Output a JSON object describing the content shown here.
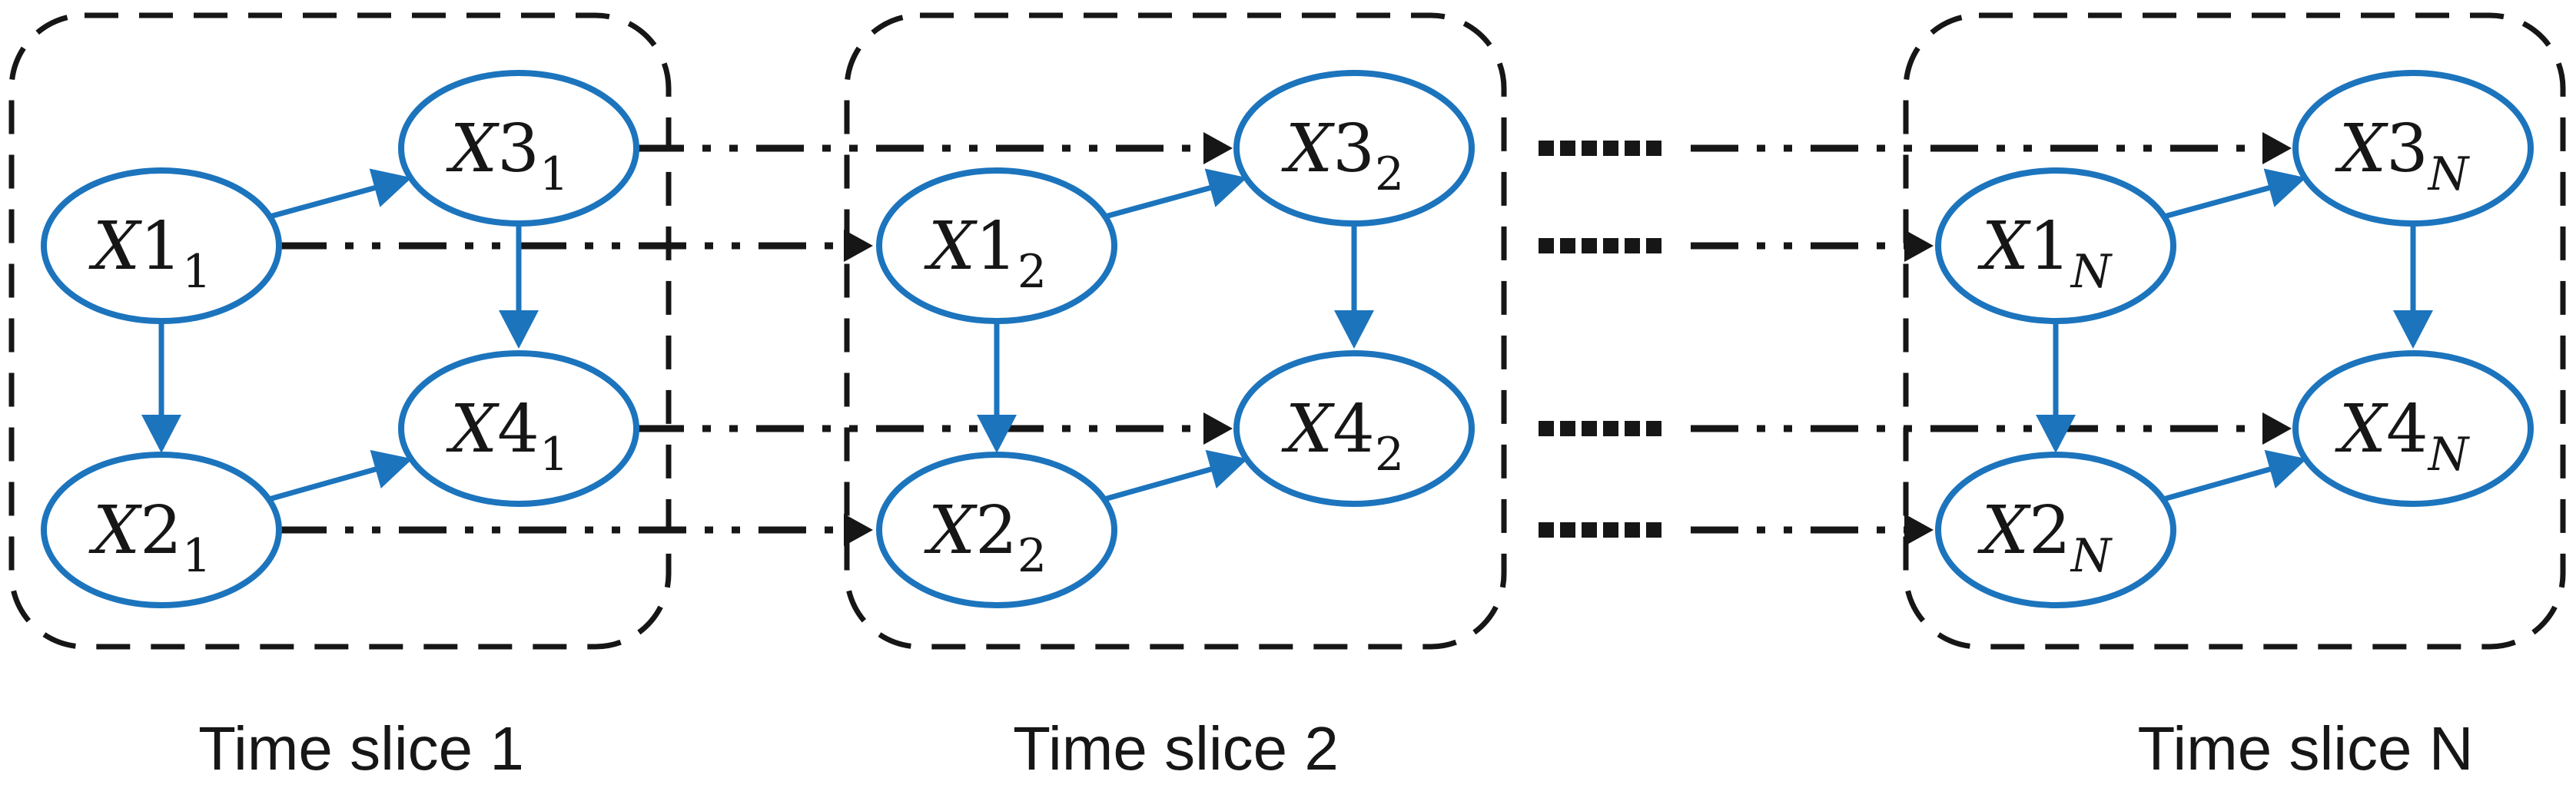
{
  "diagram": {
    "type": "dynamic-bayesian-network-time-slices",
    "background": "#ffffff",
    "colors": {
      "node_stroke": "#1c74bd",
      "node_fill": "#ffffff",
      "intra_slice_edge": "#1c74bd",
      "inter_slice_edge": "#161616",
      "slice_border": "#161616",
      "text": "#161616"
    },
    "slices": [
      {
        "label": "Time slice 1",
        "nodes": {
          "x1": {
            "var": "X",
            "num": "1",
            "sub": "1"
          },
          "x2": {
            "var": "X",
            "num": "2",
            "sub": "1"
          },
          "x3": {
            "var": "X",
            "num": "3",
            "sub": "1"
          },
          "x4": {
            "var": "X",
            "num": "4",
            "sub": "1"
          }
        }
      },
      {
        "label": "Time slice 2",
        "nodes": {
          "x1": {
            "var": "X",
            "num": "1",
            "sub": "2"
          },
          "x2": {
            "var": "X",
            "num": "2",
            "sub": "2"
          },
          "x3": {
            "var": "X",
            "num": "3",
            "sub": "2"
          },
          "x4": {
            "var": "X",
            "num": "4",
            "sub": "2"
          }
        }
      },
      {
        "label": "Time slice N",
        "nodes": {
          "x1": {
            "var": "X",
            "num": "1",
            "sub": "N"
          },
          "x2": {
            "var": "X",
            "num": "2",
            "sub": "N"
          },
          "x3": {
            "var": "X",
            "num": "3",
            "sub": "N"
          },
          "x4": {
            "var": "X",
            "num": "4",
            "sub": "N"
          }
        }
      }
    ],
    "edges": {
      "intra_slice": [
        {
          "from": "X1",
          "to": "X3",
          "style": "solid blue arrow"
        },
        {
          "from": "X1",
          "to": "X2",
          "style": "solid blue arrow"
        },
        {
          "from": "X3",
          "to": "X4",
          "style": "solid blue arrow"
        },
        {
          "from": "X2",
          "to": "X4",
          "style": "solid blue arrow"
        }
      ],
      "inter_slice": [
        {
          "from": "X3 (slice t)",
          "to": "X3 (slice t+1)",
          "style": "black dash-dot arrow"
        },
        {
          "from": "X1 (slice t)",
          "to": "X1 (slice t+1)",
          "style": "black dash-dot arrow"
        },
        {
          "from": "X4 (slice t)",
          "to": "X4 (slice t+1)",
          "style": "black dash-dot arrow"
        },
        {
          "from": "X2 (slice t)",
          "to": "X2 (slice t+1)",
          "style": "black dash-dot arrow"
        }
      ],
      "continuation": "bold square-dot ellipsis rows between slice 2 and slice N at all four node levels"
    }
  }
}
